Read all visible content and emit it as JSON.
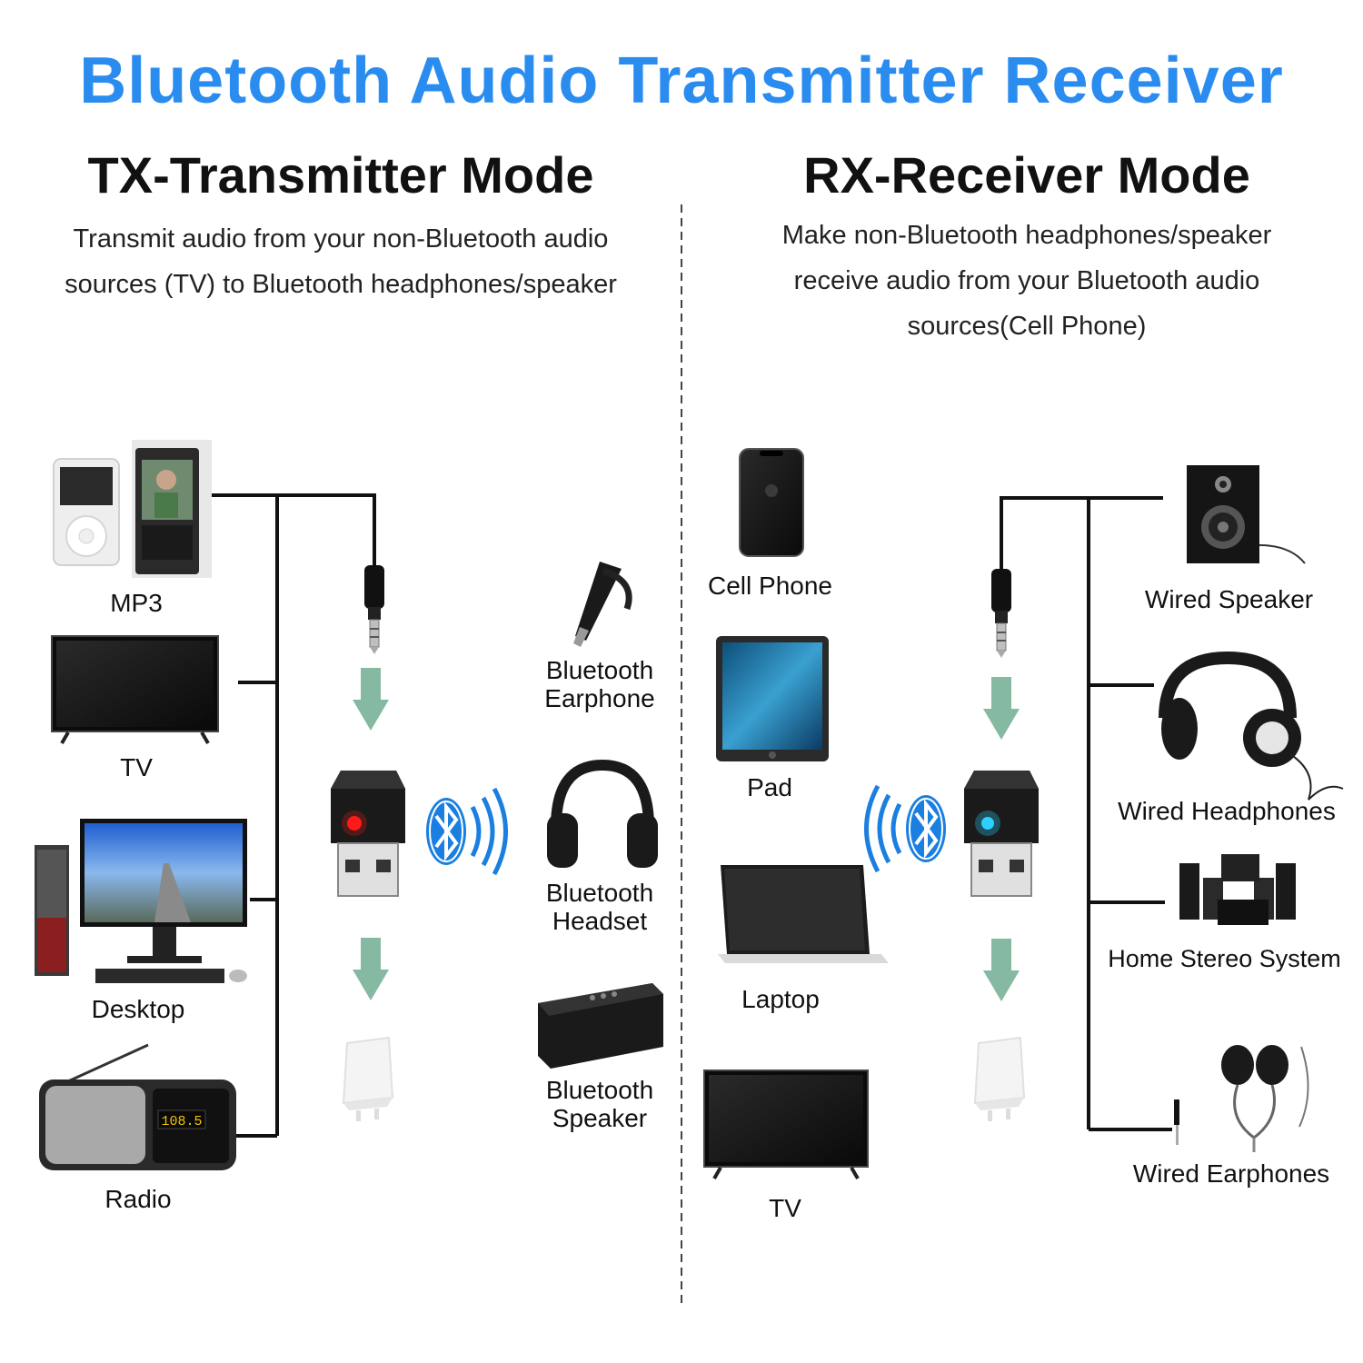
{
  "title": "Bluetooth Audio Transmitter Receiver",
  "tx": {
    "heading": "TX-Transmitter Mode",
    "description_lines": [
      "Transmit audio from your non-Bluetooth audio",
      "sources (TV) to Bluetooth headphones/speaker"
    ],
    "sources": [
      "MP3",
      "TV",
      "Desktop",
      "Radio"
    ],
    "outputs": [
      [
        "Bluetooth",
        "Earphone"
      ],
      [
        "Bluetooth",
        "Headset"
      ],
      [
        "Bluetooth",
        "Speaker"
      ]
    ]
  },
  "rx": {
    "heading": "RX-Receiver Mode",
    "description_lines": [
      "Make non-Bluetooth headphones/speaker",
      "receive audio from your Bluetooth audio",
      "sources(Cell Phone)"
    ],
    "sources": [
      "Cell Phone",
      "Pad",
      "Laptop",
      "TV"
    ],
    "outputs": [
      "Wired Speaker",
      "Wired Headphones",
      "Home Stereo System",
      "Wired Earphones"
    ]
  },
  "colors": {
    "title": "#2b8cf0",
    "arrow": "#86b9a2",
    "bluetooth": "#1a7fe0",
    "tx_led": "#ff1a1a",
    "rx_led": "#2fd0ff"
  }
}
